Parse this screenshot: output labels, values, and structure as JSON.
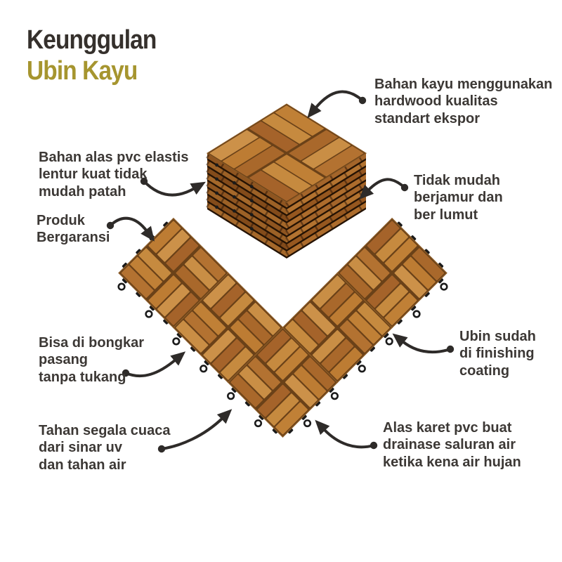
{
  "title": {
    "line1": "Keunggulan",
    "line2": "Ubin Kayu"
  },
  "colors": {
    "background": "#ffffff",
    "title_primary": "#35302c",
    "title_accent": "#a6952f",
    "callout_text": "#3c3835",
    "arrow": "#2e2b29",
    "wood_base": "#6a4118",
    "wood_seam": "#8a5a26",
    "wood_palette": [
      "#c08036",
      "#b37231",
      "#c98e45",
      "#a9682b",
      "#bd7c33",
      "#cc9149",
      "#a5632a",
      "#c68a3f"
    ],
    "stack_side_palette_right": [
      "#a4652a",
      "#b37330",
      "#96571f",
      "#ad6c2c"
    ],
    "stack_side_palette_left": [
      "#8f5520",
      "#9c6126",
      "#834b1a",
      "#a5682a"
    ],
    "clip_black": "#1b1b1b"
  },
  "callouts": [
    {
      "id": "material",
      "text": "Bahan kayu menggunakan\nhardwood kualitas\nstandart ekspor"
    },
    {
      "id": "pvc-base",
      "text": "Bahan alas pvc elastis\nlentur kuat tidak\nmudah patah"
    },
    {
      "id": "warranty",
      "text": "Produk\nBergaransi"
    },
    {
      "id": "mold",
      "text": "Tidak mudah\nberjamur dan\nber lumut"
    },
    {
      "id": "assembly",
      "text": "Bisa di bongkar\npasang\ntanpa tukang"
    },
    {
      "id": "weather",
      "text": "Tahan segala cuaca\ndari sinar uv\ndan tahan air"
    },
    {
      "id": "finishing",
      "text": "Ubin sudah\ndi finishing\ncoating"
    },
    {
      "id": "drainage",
      "text": "Alas karet pvc buat\ndrainase saluran air\nketika kena air hujan"
    }
  ]
}
